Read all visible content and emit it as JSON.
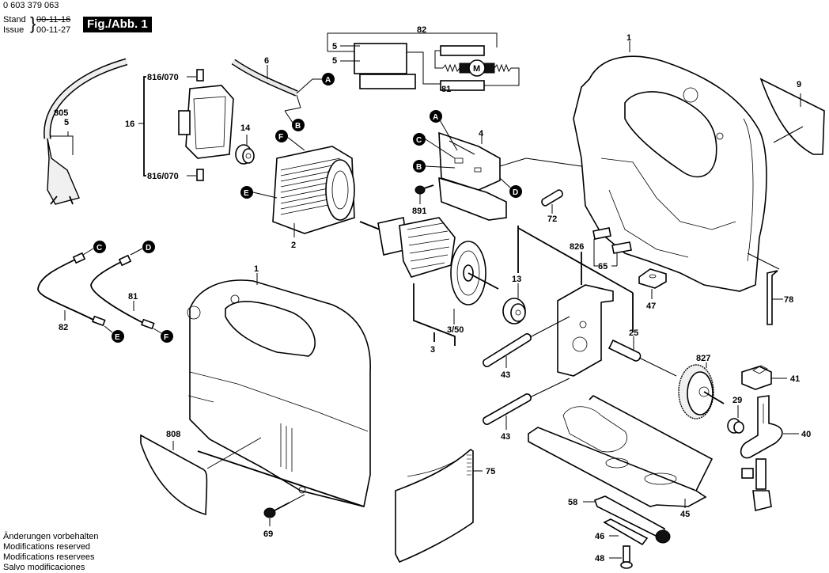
{
  "header": {
    "part_number": "0 603 379 063",
    "stand_label": "Stand",
    "issue_label": "Issue",
    "old_date": "00-11-16",
    "new_date": "00-11-27",
    "figure_label": "Fig./Abb. 1"
  },
  "footer": {
    "lines": [
      "Änderungen vorbehalten",
      "Modifications reserved",
      "Modifications reservees",
      "Salvo modificaciones"
    ]
  },
  "wiring": {
    "label_82": "82",
    "label_81": "81",
    "label_5a": "5",
    "label_5b": "5",
    "motor": "M"
  },
  "connectors": {
    "A": "A",
    "B": "B",
    "C": "C",
    "D": "D",
    "E": "E",
    "F": "F"
  },
  "parts": {
    "p1_housing_right": "1",
    "p1_housing_left": "1",
    "p2": "2",
    "p3": "3",
    "p3_50": "3/50",
    "p4": "4",
    "p5_cord": "5",
    "p6": "6",
    "p9": "9",
    "p13": "13",
    "p14": "14",
    "p16": "16",
    "p25": "25",
    "p29": "29",
    "p40": "40",
    "p41": "41",
    "p43a": "43",
    "p43b": "43",
    "p45": "45",
    "p46": "46",
    "p47": "47",
    "p48": "48",
    "p58": "58",
    "p65": "65",
    "p69": "69",
    "p72": "72",
    "p75": "75",
    "p78": "78",
    "p81": "81",
    "p82": "82",
    "p805": "805",
    "p808": "808",
    "p816a": "816/070",
    "p816b": "816/070",
    "p826": "826",
    "p827": "827",
    "p891": "891"
  }
}
